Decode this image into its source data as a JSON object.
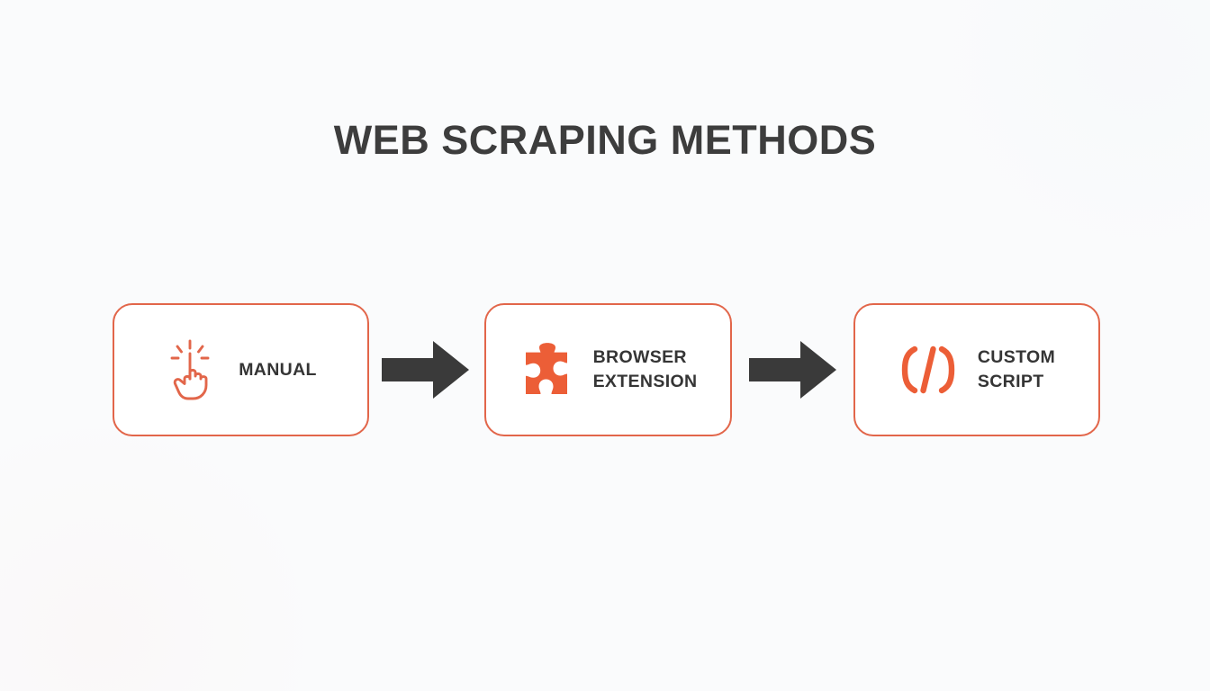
{
  "page": {
    "title": "WEB SCRAPING METHODS",
    "background_color": "#fafbfc",
    "title_color": "#3d3d3d",
    "accent_color": "#e2664a",
    "icon_color": "#ec5e37",
    "arrow_color": "#3a3a3a",
    "label_color": "#353535"
  },
  "flow": {
    "steps": [
      {
        "id": "manual",
        "label": "MANUAL",
        "icon": "tap-hand-icon",
        "icon_style": "outline"
      },
      {
        "id": "browser-extension",
        "label": "BROWSER\nEXTENSION",
        "icon": "puzzle-piece-icon",
        "icon_style": "solid"
      },
      {
        "id": "custom-script",
        "label": "CUSTOM\nSCRIPT",
        "icon": "code-brackets-icon",
        "icon_style": "solid"
      }
    ],
    "connectors": [
      {
        "id": "arrow-1",
        "icon": "arrow-right-icon"
      },
      {
        "id": "arrow-2",
        "icon": "arrow-right-icon"
      }
    ]
  }
}
